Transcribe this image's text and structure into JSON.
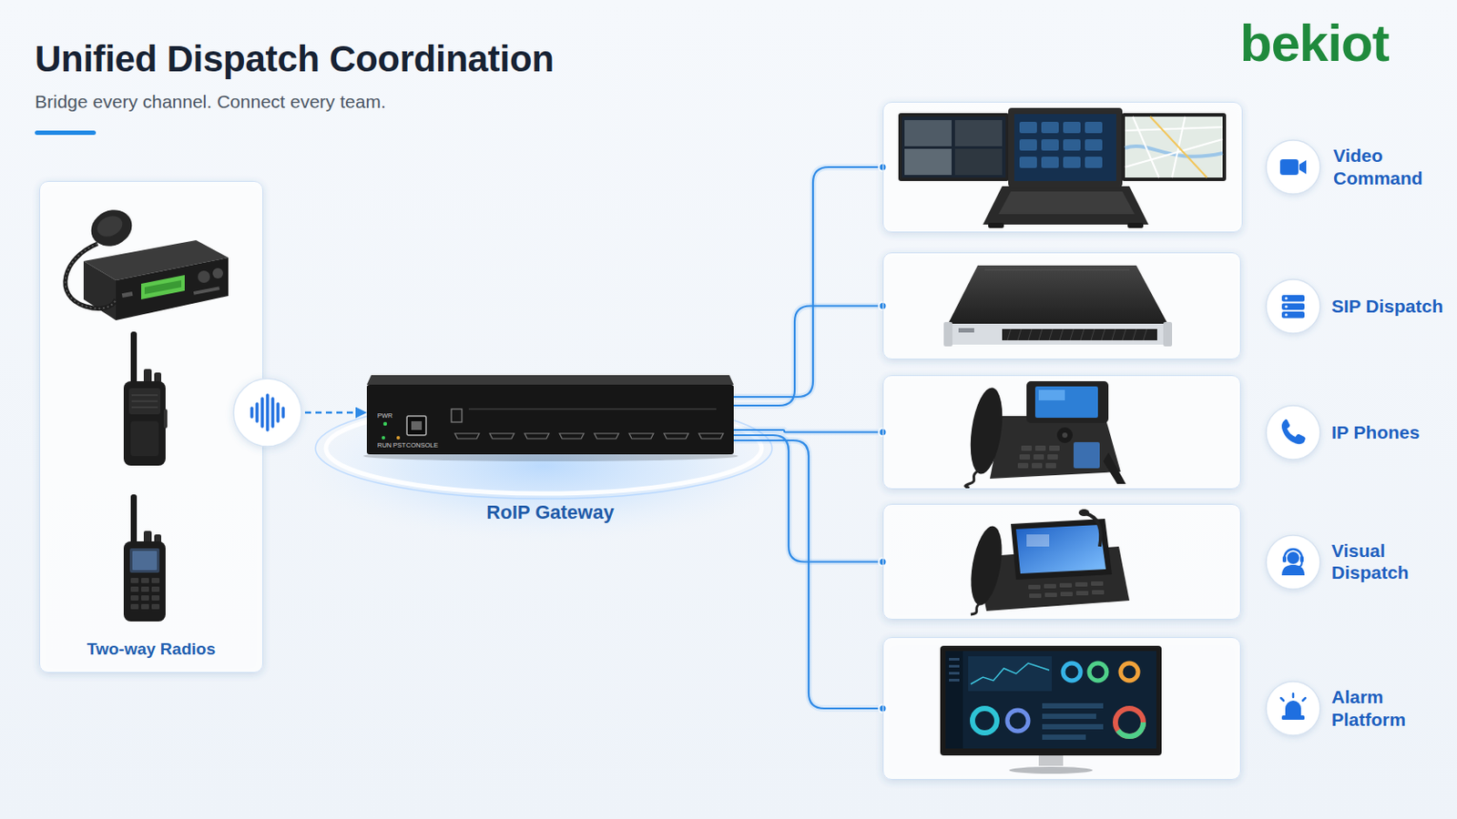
{
  "diagram": {
    "title": "Unified Dispatch Coordination",
    "nodes": [
      {
        "text": [
          "Two-way Radios"
        ]
      },
      {
        "text": [
          "RoIP Gateway"
        ]
      },
      {
        "text": [
          "Video Command"
        ]
      },
      {
        "text": [
          "SIP Dispatch"
        ]
      },
      {
        "text": [
          "IP Phones"
        ]
      },
      {
        "text": [
          "Visual Dispatch"
        ]
      },
      {
        "text": [
          "Alarm Platform"
        ]
      }
    ],
    "edges": [
      {
        "from": 0,
        "to": 1,
        "arrow": "to"
      },
      {
        "from": 1,
        "to": 2,
        "arrow": "none"
      },
      {
        "from": 1,
        "to": 3,
        "arrow": "none"
      },
      {
        "from": 1,
        "to": 4,
        "arrow": "none"
      },
      {
        "from": 1,
        "to": 5,
        "arrow": "none"
      },
      {
        "from": 1,
        "to": 6,
        "arrow": "none"
      }
    ],
    "labels": [
      "Bridge every channel. Connect every team.",
      "bekiot",
      "PWR",
      "RUN",
      "PST",
      "CONSOLE"
    ]
  }
}
